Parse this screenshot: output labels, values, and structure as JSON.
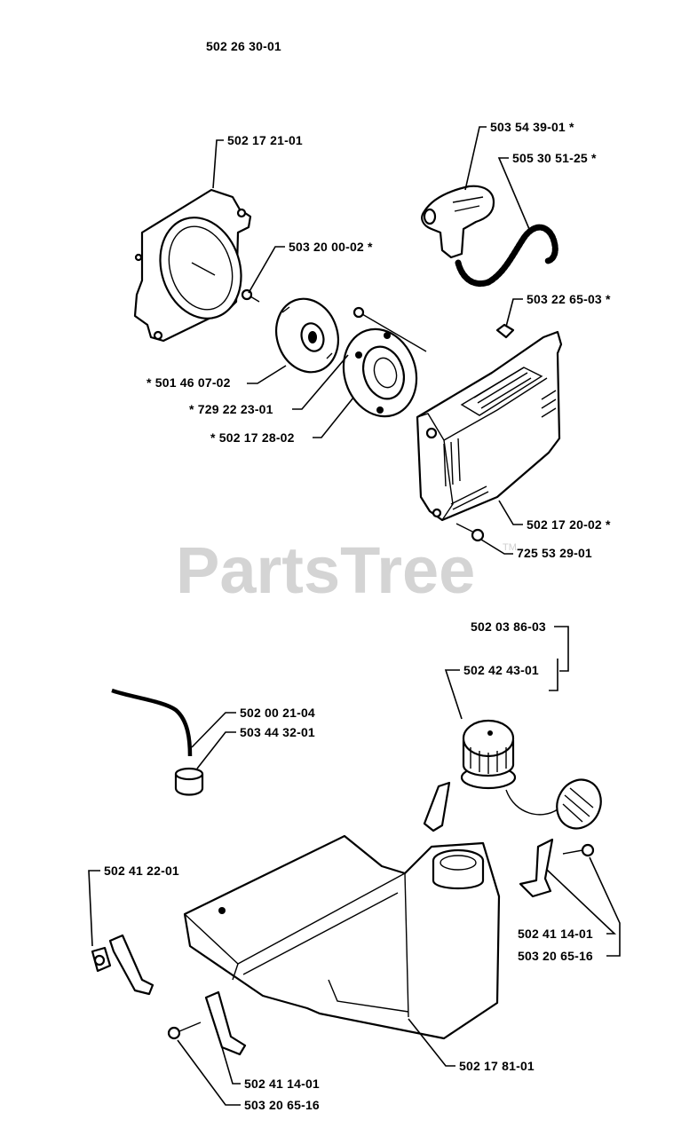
{
  "diagram": {
    "assembly_number": "502 26 30-01",
    "watermark": "PartsTree",
    "watermark_mark": "TM",
    "labels": {
      "fan_housing": "502 17 21-01",
      "screw_top": "503 20 00-02  *",
      "starter_handle": "503 54 39-01  *",
      "starter_rope": "505 30 51-25  *",
      "cover_nut": "503 22 65-03  *",
      "spring_pulley": "*  501 46 07-02",
      "pulley": "*  729 22 23-01",
      "pawl_unit": "*  502 17 28-02",
      "starter_cover": "502 17 20-02  *",
      "cover_screw": "725 53 29-01",
      "tank_cap_kit": "502 03 86-03",
      "tank_cap": "502 42 43-01",
      "fuel_hose": "502 00 21-04",
      "fuel_filter": "503 44 32-01",
      "left_bracket": "502 41 22-01",
      "right_bracket": "502 41 14-01",
      "right_screw": "503 20 65-16",
      "fuel_tank": "502 17 81-01",
      "bottom_bracket": "502 41 14-01",
      "bottom_screw": "503 20 65-16"
    }
  }
}
